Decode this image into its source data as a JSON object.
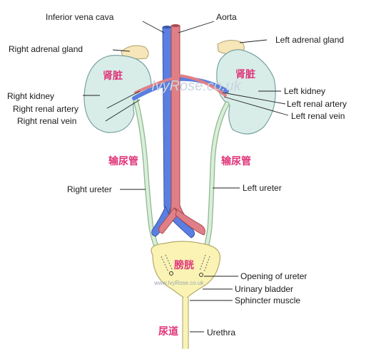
{
  "labels": {
    "inferior_vena_cava": "Inferior vena cava",
    "aorta": "Aorta",
    "right_adrenal_gland": "Right adrenal gland",
    "left_adrenal_gland": "Left adrenal gland",
    "right_kidney": "Right kidney",
    "right_renal_artery": "Right renal artery",
    "right_renal_vein": "Right renal vein",
    "left_kidney": "Left kidney",
    "left_renal_artery": "Left renal artery",
    "left_renal_vein": "Left renal vein",
    "right_ureter": "Right ureter",
    "left_ureter": "Left ureter",
    "opening_of_ureter": "Opening of ureter",
    "urinary_bladder": "Urinary bladder",
    "sphincter_muscle": "Sphincter muscle",
    "urethra": "Urethra"
  },
  "chinese": {
    "kidney_left_side": "肾脏",
    "kidney_right_side": "肾脏",
    "ureter_left_side": "输尿管",
    "ureter_right_side": "输尿管",
    "bladder": "膀胱",
    "urethra": "尿道"
  },
  "watermarks": {
    "top": "IvyRose.co.uk",
    "bottom": "www.IvyRose.co.uk"
  },
  "colors": {
    "vein": "#5b7fe0",
    "artery": "#e07f86",
    "kidney": "#d8ece8",
    "ureter": "#c9e6c9",
    "adrenal": "#f6e6b8",
    "bladder": "#faf3b4",
    "chinese_label": "#e0357a"
  }
}
